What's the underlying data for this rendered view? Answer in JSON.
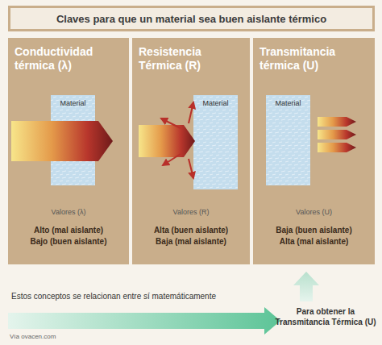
{
  "diagram": {
    "title": "Claves para que un material sea buen aislante térmico",
    "nodes": [
      {
        "text": [
          "Conductividad térmica (λ)",
          "Valores (λ)",
          "Alto (mal aislante)",
          "Bajo (buen aislante)"
        ]
      },
      {
        "text": [
          "Material"
        ],
        "in": 0
      },
      {
        "text": [
          "Resistencia Térmica (R)",
          "Valores (R)",
          "Alta (buen aislante)",
          "Baja (mal aislante)"
        ]
      },
      {
        "text": [
          "Material"
        ],
        "in": 2
      },
      {
        "text": [
          "Transmitancia térmica (U)",
          "Valores (U)",
          "Baja (buen aislante)",
          "Alta (mal aislante)"
        ]
      },
      {
        "text": [
          "Material"
        ],
        "in": 4
      }
    ],
    "labels": [
      "Estos conceptos se relacionan entre sí matemáticamente",
      "Para obtener la Transmitancia Térmica (U)",
      "Vía ovacen.com"
    ]
  }
}
